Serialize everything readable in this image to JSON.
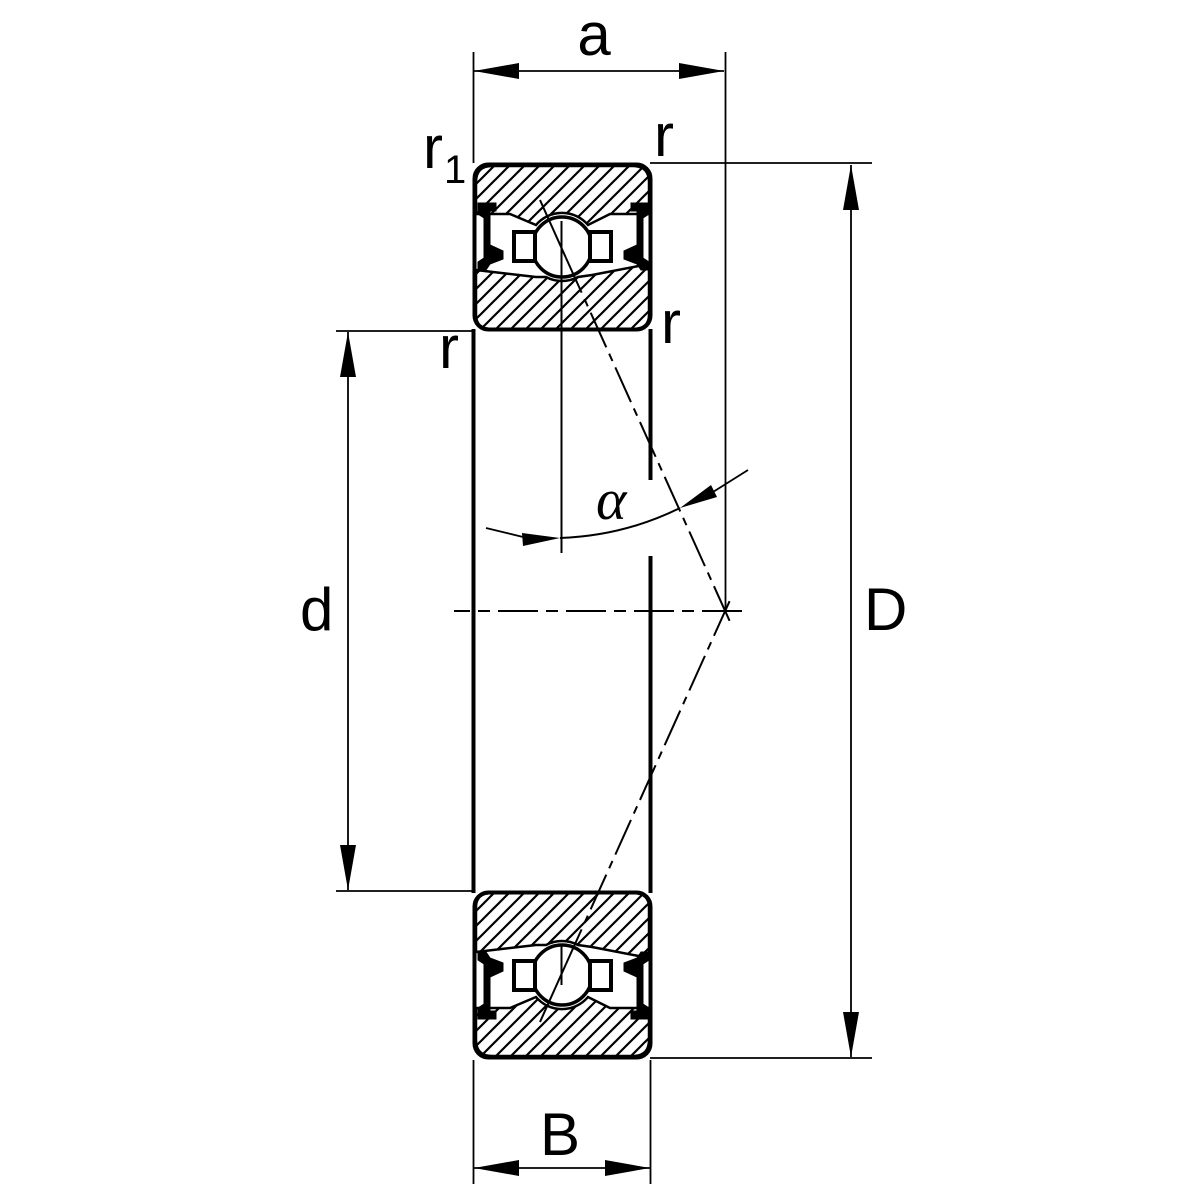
{
  "drawing": {
    "colors": {
      "line": "#000000",
      "background": "#ffffff"
    },
    "labels": {
      "a": "a",
      "r1_base": "r",
      "r1_sub": "1",
      "r_top_right": "r",
      "r_mid_left": "r",
      "r_mid_right": "r",
      "alpha": "α",
      "d": "d",
      "D": "D",
      "B": "B"
    }
  }
}
